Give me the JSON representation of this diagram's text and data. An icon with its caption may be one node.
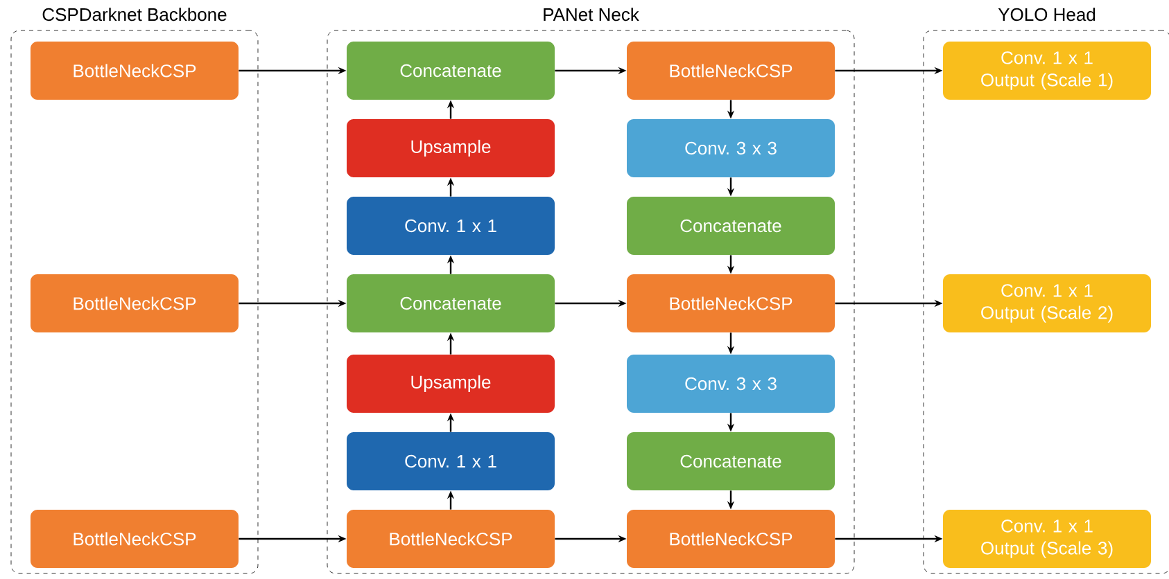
{
  "diagram": {
    "nodes": [
      {
        "text": [
          "CSPDarknet Backbone"
        ]
      },
      {
        "text": [
          "BottleNeckCSP"
        ],
        "in": 0
      },
      {
        "text": [
          "BottleNeckCSP"
        ],
        "in": 0
      },
      {
        "text": [
          "BottleNeckCSP"
        ],
        "in": 0
      },
      {
        "text": [
          "PANet Neck"
        ]
      },
      {
        "text": [
          "Concatenate"
        ],
        "in": 4
      },
      {
        "text": [
          "Upsample"
        ],
        "in": 4
      },
      {
        "text": [
          "Conv. 1 x 1"
        ],
        "in": 4
      },
      {
        "text": [
          "Concatenate"
        ],
        "in": 4
      },
      {
        "text": [
          "Upsample"
        ],
        "in": 4
      },
      {
        "text": [
          "Conv. 1 x 1"
        ],
        "in": 4
      },
      {
        "text": [
          "BottleNeckCSP"
        ],
        "in": 4
      },
      {
        "text": [
          "BottleNeckCSP"
        ],
        "in": 4
      },
      {
        "text": [
          "Conv. 3 x 3"
        ],
        "in": 4
      },
      {
        "text": [
          "Concatenate"
        ],
        "in": 4
      },
      {
        "text": [
          "BottleNeckCSP"
        ],
        "in": 4
      },
      {
        "text": [
          "Conv. 3 x 3"
        ],
        "in": 4
      },
      {
        "text": [
          "Concatenate"
        ],
        "in": 4
      },
      {
        "text": [
          "BottleNeckCSP"
        ],
        "in": 4
      },
      {
        "text": [
          "YOLO Head"
        ]
      },
      {
        "text": [
          "Conv. 1 x 1 Output (Scale 1)"
        ],
        "in": 19
      },
      {
        "text": [
          "Conv. 1 x 1 Output (Scale 2)"
        ],
        "in": 19
      },
      {
        "text": [
          "Conv. 1 x 1 Output (Scale 3)"
        ],
        "in": 19
      }
    ],
    "edges": [
      {
        "from": 1,
        "to": 5,
        "arrow": "to"
      },
      {
        "from": 2,
        "to": 8,
        "arrow": "to"
      },
      {
        "from": 3,
        "to": 11,
        "arrow": "to"
      },
      {
        "from": 11,
        "to": 10,
        "arrow": "to"
      },
      {
        "from": 10,
        "to": 9,
        "arrow": "to"
      },
      {
        "from": 9,
        "to": 8,
        "arrow": "to"
      },
      {
        "from": 8,
        "to": 7,
        "arrow": "to"
      },
      {
        "from": 7,
        "to": 6,
        "arrow": "to"
      },
      {
        "from": 6,
        "to": 5,
        "arrow": "to"
      },
      {
        "from": 5,
        "to": 12,
        "arrow": "to"
      },
      {
        "from": 8,
        "to": 15,
        "arrow": "to"
      },
      {
        "from": 11,
        "to": 18,
        "arrow": "to"
      },
      {
        "from": 12,
        "to": 13,
        "arrow": "to"
      },
      {
        "from": 13,
        "to": 14,
        "arrow": "to"
      },
      {
        "from": 14,
        "to": 15,
        "arrow": "to"
      },
      {
        "from": 15,
        "to": 16,
        "arrow": "to"
      },
      {
        "from": 16,
        "to": 17,
        "arrow": "to"
      },
      {
        "from": 17,
        "to": 18,
        "arrow": "to"
      },
      {
        "from": 12,
        "to": 20,
        "arrow": "to"
      },
      {
        "from": 15,
        "to": 21,
        "arrow": "to"
      },
      {
        "from": 18,
        "to": 22,
        "arrow": "to"
      }
    ]
  }
}
